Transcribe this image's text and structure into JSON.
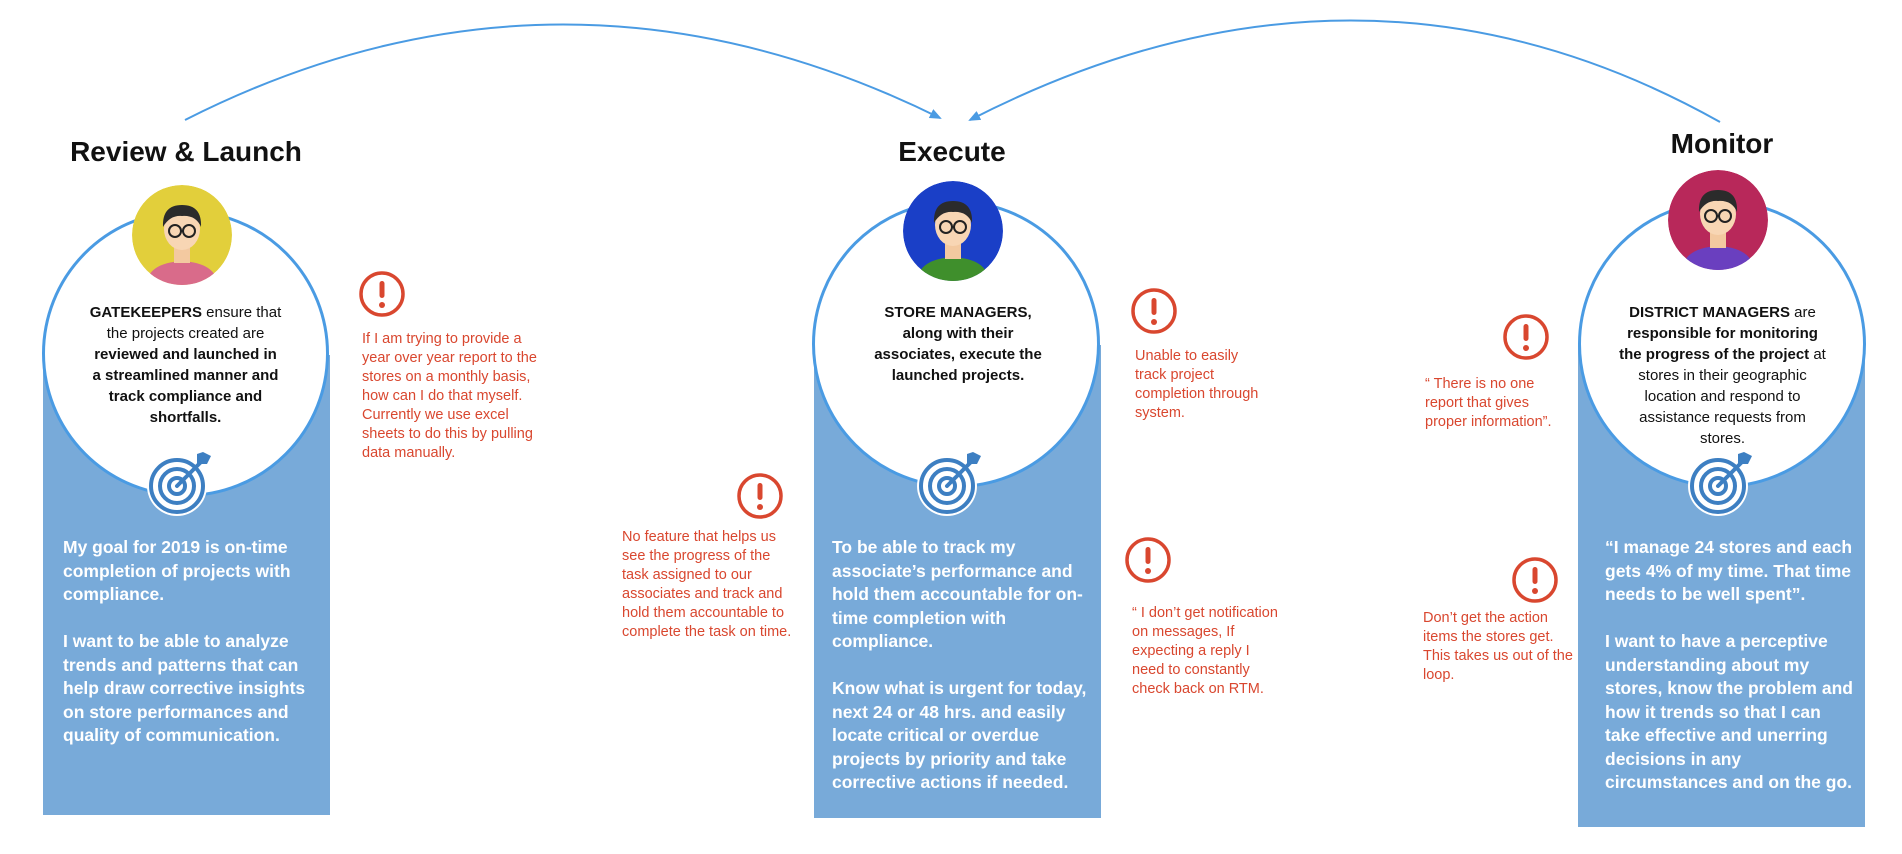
{
  "stages": [
    {
      "title": "Review & Launch",
      "desc": {
        "lead": "GATEKEEPERS",
        "t1": " ensure that the projects created are ",
        "strong": "reviewed and launched in a streamlined manner and track compliance and shortfalls."
      },
      "goal": "My goal for 2019 is on-time completion of projects with compliance.\n\nI want to be able to analyze trends and patterns that can help draw corrective insights on store performances and quality of communication.",
      "avatar_color": "#e2cf3b",
      "shirt_color": "#d96b8a"
    },
    {
      "title": "Execute",
      "desc": {
        "lead": "STORE MANAGERS,",
        "strong": " along with their associates, execute the launched projects."
      },
      "goal": "To be able to track my associate’s performance and hold them accountable for on-time completion with compliance.\n\nKnow what is urgent for today, next 24 or 48 hrs. and easily locate critical or overdue projects by priority and take corrective actions if needed.",
      "avatar_color": "#1a3fc7",
      "shirt_color": "#3f8f2c"
    },
    {
      "title": "Monitor",
      "desc": {
        "lead": "DISTRICT MANAGERS",
        "t1": " are ",
        "strong": "responsible for monitoring the progress of the project",
        "t2": " at stores in their geographic location and respond to assistance requests from stores."
      },
      "goal": "“I manage 24 stores and each gets 4% of my time. That time needs to be well spent”.\n\nI want to have a  perceptive understanding about my stores, know the problem and how it trends so that I can take effective and unerring decisions in any circumstances and on the go.",
      "avatar_color": "#b8285a",
      "shirt_color": "#6a3fbf"
    }
  ],
  "pain_points": [
    "If I am trying to provide a year over year report to the stores on a monthly basis, how can I do that myself. Currently we use excel sheets to do this by pulling data manually.",
    "No feature that helps us see the progress of the task assigned to our associates and track and hold them accountable to complete the task on time.",
    "Unable to easily track project completion through system.",
    "“ I don’t get notification on messages, If expecting a reply I need to constantly check back on RTM.",
    "“ There is no one report that gives proper information”.",
    "Don’t get the action items the stores get. This takes us out of the loop."
  ],
  "icons": {
    "avatar": "persona-avatar-icon",
    "goal": "target-icon",
    "alert": "exclamation-alert-icon"
  },
  "colors": {
    "panel": "#78aad9",
    "circle_border": "#4a9be3",
    "arrow": "#4a9be3",
    "alert": "#d9472f",
    "icon_blue": "#3d7fc2"
  }
}
